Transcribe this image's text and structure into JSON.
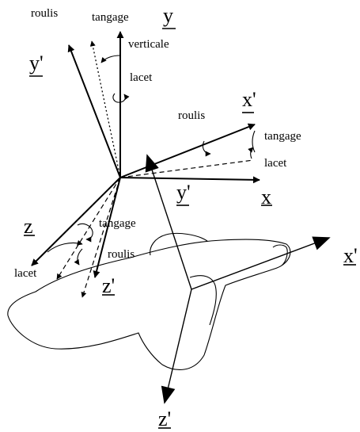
{
  "labels": {
    "roulis_top": "roulis",
    "tangage_top": "tangage",
    "y": "y",
    "verticale": "verticale",
    "y_prime": "y'",
    "lacet_top": "lacet",
    "x_prime_top": "x'",
    "roulis_right": "roulis",
    "tangage_right": "tangage",
    "lacet_right": "lacet",
    "y_prime_mid": "y'",
    "x": "x",
    "z": "z",
    "tangage_left": "tangage",
    "lacet_left": "lacet",
    "roulis_left": "roulis",
    "z_prime_left": "z'",
    "x_prime_hand": "x'",
    "z_prime_bottom": "z'"
  },
  "colors": {
    "ink": "#000000",
    "background": "#ffffff"
  }
}
